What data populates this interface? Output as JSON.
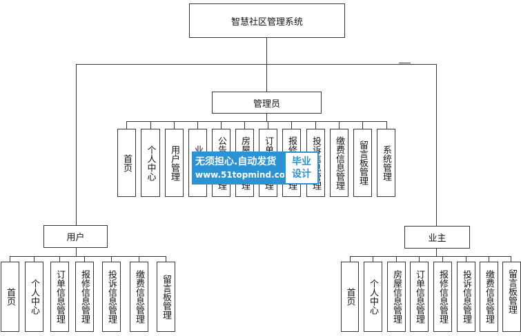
{
  "root": {
    "title": "智慧社区管理系统"
  },
  "admin": {
    "title": "管理员",
    "modules": [
      "首页",
      "个人中心",
      "用户管理",
      "业主管理",
      "公告信息管理",
      "房屋信息管理",
      "订单信息管理",
      "报修信息管理",
      "投诉信息管理",
      "缴费信息管理",
      "留言板管理",
      "系统管理"
    ]
  },
  "user": {
    "title": "用户",
    "modules": [
      "首页",
      "个人中心",
      "订单信息管理",
      "报修信息管理",
      "投诉信息管理",
      "缴费信息管理",
      "留言板管理"
    ]
  },
  "owner": {
    "title": "业主",
    "modules": [
      "首页",
      "个人中心",
      "房屋信息管理",
      "订单信息管理",
      "报修信息管理",
      "投诉信息管理",
      "缴费信息管理",
      "留言板管理"
    ]
  },
  "watermark": {
    "line1": "无须担心.自动发货",
    "line2": "www.51topmind.com",
    "badge_line1": "毕业",
    "badge_line2": "设计"
  }
}
